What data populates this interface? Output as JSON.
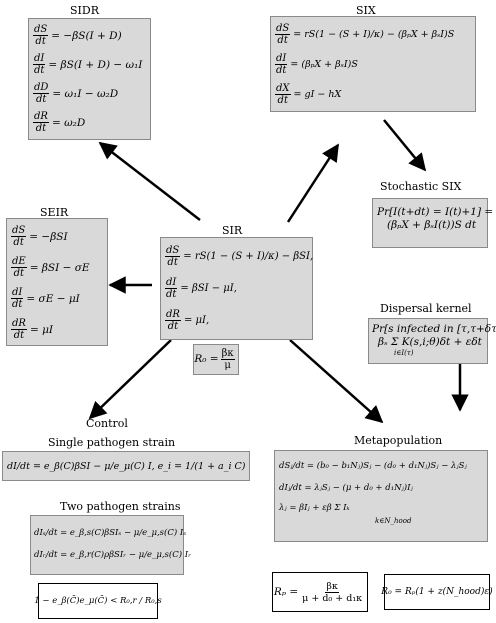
{
  "sir": {
    "title": "SIR",
    "eqs": [
      {
        "num": "dS",
        "den": "dt",
        "rhs": "= rS(1 − (S + I)/κ) − βSI,"
      },
      {
        "num": "dI",
        "den": "dt",
        "rhs": "= βSI − μI,"
      },
      {
        "num": "dR",
        "den": "dt",
        "rhs": "= μI,"
      }
    ],
    "r0": {
      "lhs": "R₀ =",
      "num": "βκ",
      "den": "μ"
    }
  },
  "sidr": {
    "title": "SIDR",
    "eqs": [
      {
        "num": "dS",
        "den": "dt",
        "rhs": "= −βS(I + D)"
      },
      {
        "num": "dI",
        "den": "dt",
        "rhs": "= βS(I + D) − ω₁I"
      },
      {
        "num": "dD",
        "den": "dt",
        "rhs": "= ω₁I − ω₂D"
      },
      {
        "num": "dR",
        "den": "dt",
        "rhs": "= ω₂D"
      }
    ]
  },
  "six": {
    "title": "SIX",
    "eqs": [
      {
        "num": "dS",
        "den": "dt",
        "rhs": "= rS(1 − (S + I)/κ) − (βₚX + βₛI)S"
      },
      {
        "num": "dI",
        "den": "dt",
        "rhs": "= (βₚX + βₛI)S"
      },
      {
        "num": "dX",
        "den": "dt",
        "rhs": "= gI − hX"
      }
    ]
  },
  "seir": {
    "title": "SEIR",
    "eqs": [
      {
        "num": "dS",
        "den": "dt",
        "rhs": "= −βSI"
      },
      {
        "num": "dE",
        "den": "dt",
        "rhs": "= βSI − σE"
      },
      {
        "num": "dI",
        "den": "dt",
        "rhs": "= σE − μI"
      },
      {
        "num": "dR",
        "den": "dt",
        "rhs": "= μI"
      }
    ]
  },
  "stochastic": {
    "title": "Stochastic SIX",
    "line1": "Pr[I(t+dt) = I(t)+1] =",
    "line2": "(βₚX + βₛI(t))S dt"
  },
  "dispersal": {
    "title": "Dispersal kernel",
    "line1": "Pr[s infected in [τ,τ+δτ]] =",
    "line2": "βₛ Σ K(s,i;θ)δt + εδt",
    "sub": "i∈I(τ)"
  },
  "control": {
    "title": "Control",
    "single_title": "Single pathogen strain",
    "single_eq": "dI/dt = e_β(C)βSI − μ/e_μ(C) I,     e_i = 1/(1 + a_i C)",
    "two_title": "Two pathogen strains",
    "two_eq1": "dIₛ/dt = e_β,s(C)βSIₛ − μ/e_μ,s(C) Iₛ",
    "two_eq2": "dIᵣ/dt = e_β,r(C)ρβSIᵣ − μ/e_μ,s(C) Iᵣ",
    "cond": "1 − e_β(C̄)e_μ(C̄) < R₀,r / R₀,s"
  },
  "meta": {
    "title": "Metapopulation",
    "eq1": "dSⱼ/dt = (b₀ − b₁Nⱼ)Sⱼ − (d₀ + d₁Nⱼ)Sⱼ − λⱼSⱼ",
    "eq2": "dIⱼ/dt = λⱼSⱼ − (μ + d₀ + d₁Nⱼ)Iⱼ",
    "eq3": "λⱼ = βIⱼ + εβ Σ Iₖ",
    "eq3sub": "k∈N_hood"
  },
  "rp": {
    "lhs": "Rₚ =",
    "num": "βκ",
    "den": "μ + d₀ + d₁κ"
  },
  "r0meta": {
    "text": "R₀ = Rₚ(1 + z(N_hood)ε)"
  }
}
